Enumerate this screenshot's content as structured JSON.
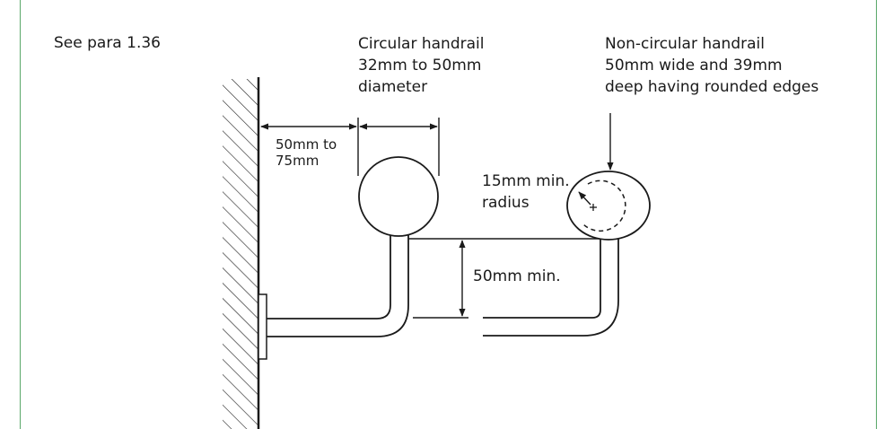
{
  "reference": "See para 1.36",
  "circular_handrail": {
    "lines": [
      "Circular handrail",
      "32mm to 50mm",
      "diameter"
    ]
  },
  "non_circular_handrail": {
    "lines": [
      "Non-circular handrail",
      "50mm wide and 39mm",
      "deep having rounded edges"
    ]
  },
  "wall_gap": {
    "lines": [
      "50mm to",
      "75mm"
    ]
  },
  "radius_note": {
    "lines": [
      "15mm min.",
      "radius"
    ]
  },
  "clearance": "50mm min.",
  "colors": {
    "frame": "#5aa86a",
    "ink": "#1a1a1a"
  }
}
